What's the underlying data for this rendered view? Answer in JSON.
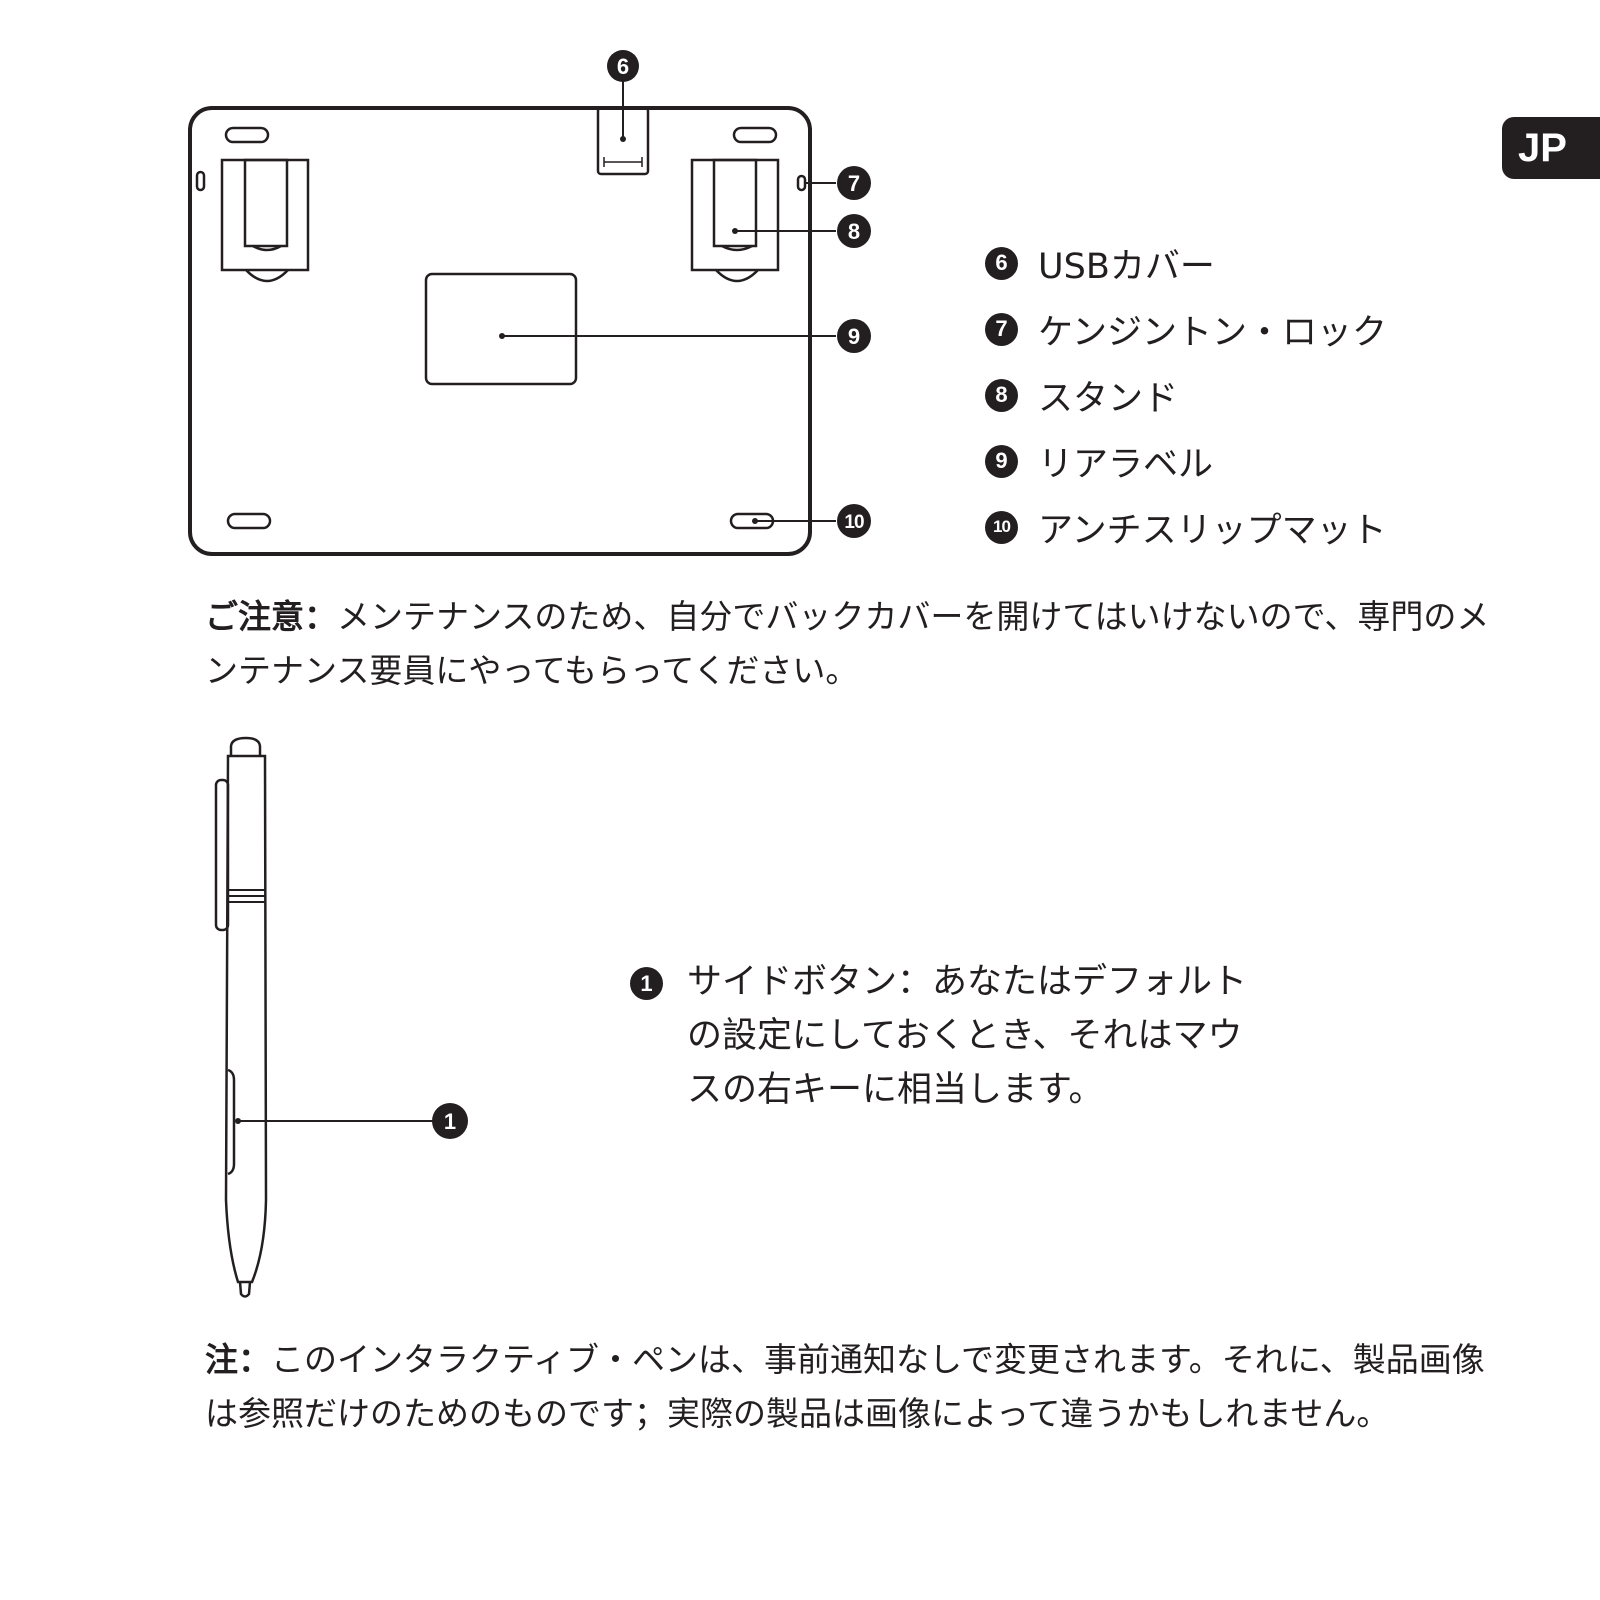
{
  "lang_tab": "JP",
  "callouts": {
    "c6": "6",
    "c7": "7",
    "c8": "8",
    "c9": "9",
    "c10": "10",
    "c1": "1"
  },
  "legend": [
    {
      "num": "6",
      "label": "USBカバー"
    },
    {
      "num": "7",
      "label": "ケンジントン・ロック"
    },
    {
      "num": "8",
      "label": "スタンド"
    },
    {
      "num": "9",
      "label": "リアラベル"
    },
    {
      "num": "10",
      "label": "アンチスリップマット"
    }
  ],
  "caution": {
    "heading": "ご注意：",
    "text": "メンテナンスのため、自分でバックカバーを開けてはいけないので、専門のメンテナンス要員にやってもらってください。"
  },
  "pen": {
    "num": "1",
    "description": "サイドボタン：あなたはデフォルトの設定にしておくとき、それはマウスの右キーに相当します。"
  },
  "note": {
    "heading": "注：",
    "text": "このインタラクティブ・ペンは、事前通知なしで変更されます。それに、製品画像は参照だけのためのものです；実際の製品は画像によって違うかもしれません。"
  }
}
